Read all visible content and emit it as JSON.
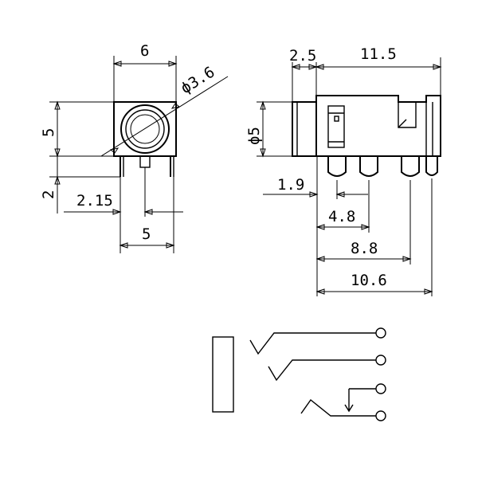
{
  "front_view": {
    "width": "6",
    "height": "5",
    "hole_diameter": "ϕ3.6",
    "pin_length": "2",
    "pin_offset": "2.15",
    "pin_spacing": "5"
  },
  "side_view": {
    "collar_length": "2.5",
    "body_length": "11.5",
    "diameter": "ϕ5",
    "pin1": "1.9",
    "pin2": "4.8",
    "pin3": "8.8",
    "pin4": "10.6"
  },
  "schematic": {
    "terminals": 4
  }
}
